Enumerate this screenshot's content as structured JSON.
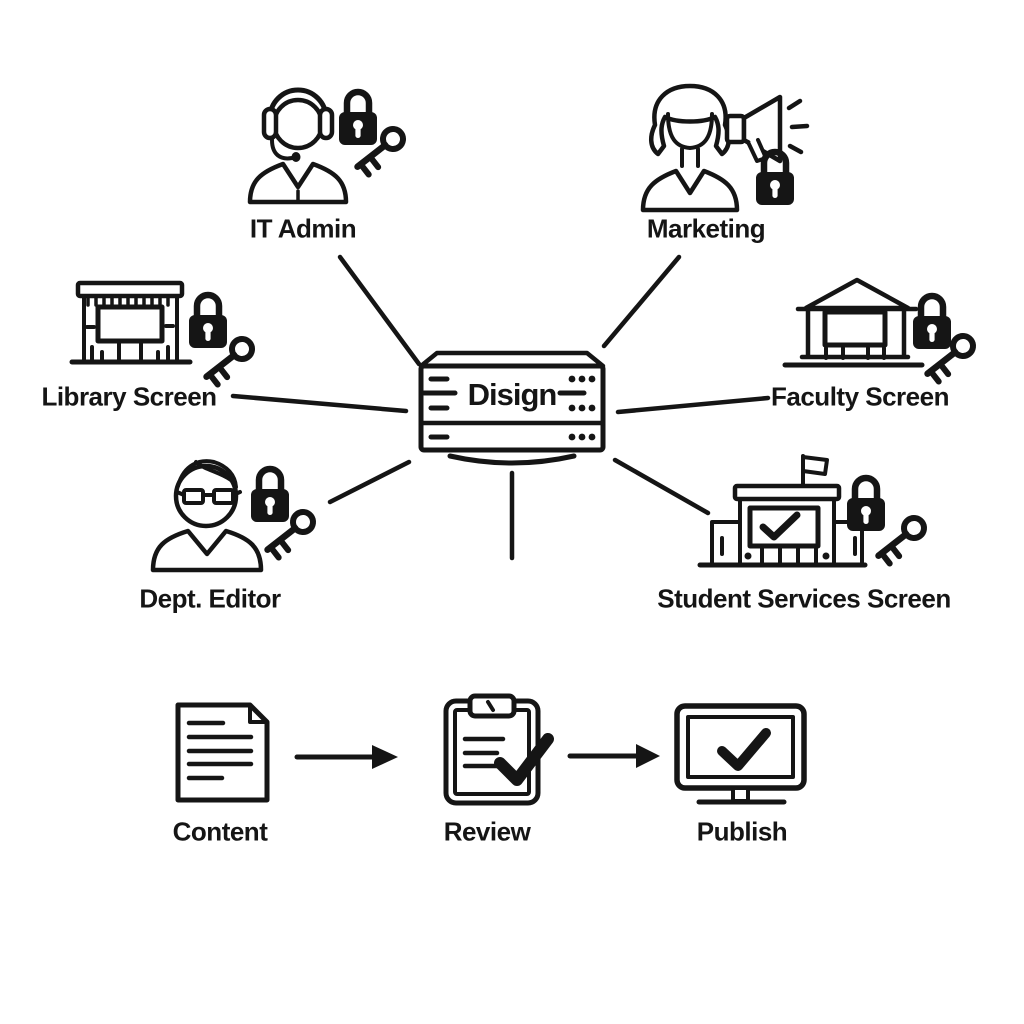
{
  "center": {
    "label": "Disign",
    "icon": "server-icon"
  },
  "nodes": [
    {
      "label": "IT Admin",
      "icon": "support-person-icon",
      "badges": [
        "lock-icon",
        "key-icon"
      ]
    },
    {
      "label": "Marketing",
      "icon": "person-megaphone-icon",
      "badges": [
        "lock-icon"
      ]
    },
    {
      "label": "Library Screen",
      "icon": "storefront-display-icon",
      "badges": [
        "lock-icon",
        "key-icon"
      ]
    },
    {
      "label": "Faculty Screen",
      "icon": "campus-building-display-icon",
      "badges": [
        "lock-icon",
        "key-icon"
      ]
    },
    {
      "label": "Dept. Editor",
      "icon": "editor-person-icon",
      "badges": [
        "lock-icon",
        "key-icon"
      ]
    },
    {
      "label": "Student Services Screen",
      "icon": "school-building-check-icon",
      "badges": [
        "lock-icon",
        "key-icon"
      ]
    }
  ],
  "workflow": [
    {
      "label": "Content",
      "icon": "document-icon"
    },
    {
      "label": "Review",
      "icon": "clipboard-check-icon"
    },
    {
      "label": "Publish",
      "icon": "monitor-check-icon"
    }
  ],
  "colors": {
    "ink": "#151515",
    "background": "#ffffff"
  }
}
